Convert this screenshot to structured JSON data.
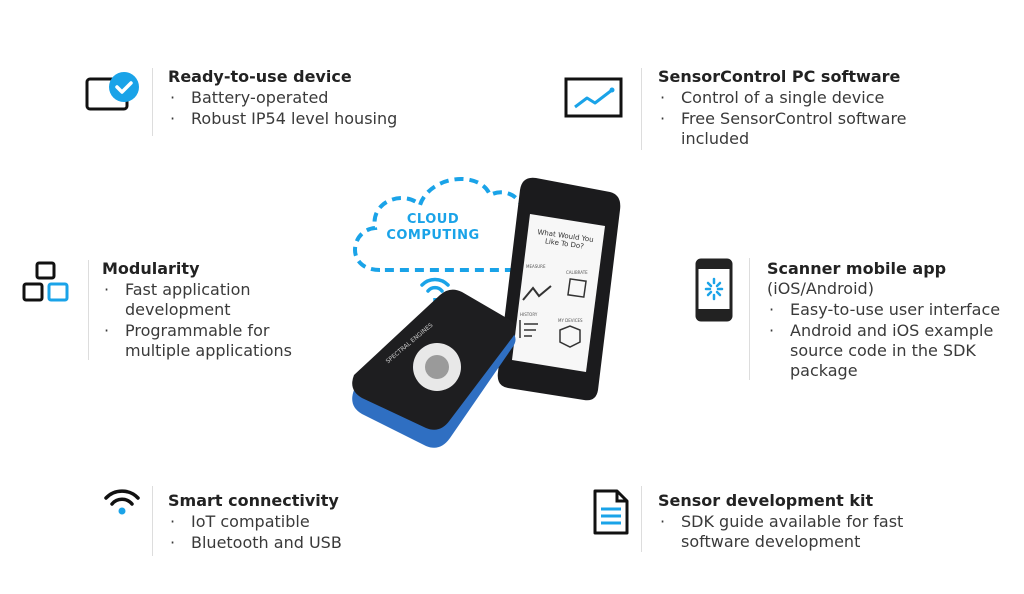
{
  "accent_color": "#1aa3e8",
  "features": [
    {
      "icon": "device-check-icon",
      "title": "Ready-to-use device",
      "bullets": [
        "Battery-operated",
        "Robust IP54 level housing"
      ]
    },
    {
      "icon": "chart-monitor-icon",
      "title": "SensorControl PC software",
      "bullets": [
        "Control of a single device",
        "Free SensorControl software included"
      ]
    },
    {
      "icon": "modules-icon",
      "title": "Modularity",
      "bullets": [
        "Fast application development",
        "Programmable for multiple applications"
      ]
    },
    {
      "icon": "mobile-phone-icon",
      "title": "Scanner mobile app",
      "subtitle": "(iOS/Android)",
      "bullets": [
        "Easy-to-use user interface",
        "Android and iOS example source code in the SDK package"
      ]
    },
    {
      "icon": "wifi-icon",
      "title": "Smart connectivity",
      "bullets": [
        "IoT compatible",
        "Bluetooth and USB"
      ]
    },
    {
      "icon": "document-icon",
      "title": "Sensor development kit",
      "bullets": [
        "SDK guide available for fast software development"
      ]
    }
  ],
  "illustration": {
    "cloud_label_1": "CLOUD",
    "cloud_label_2": "COMPUTING",
    "device_brand": "SPECTRAL ENGINES",
    "phone_prompt": "What Would You Like To Do?",
    "phone_options": [
      "MEASURE",
      "CALIBRATE",
      "HISTORY",
      "MY DEVICES"
    ]
  }
}
